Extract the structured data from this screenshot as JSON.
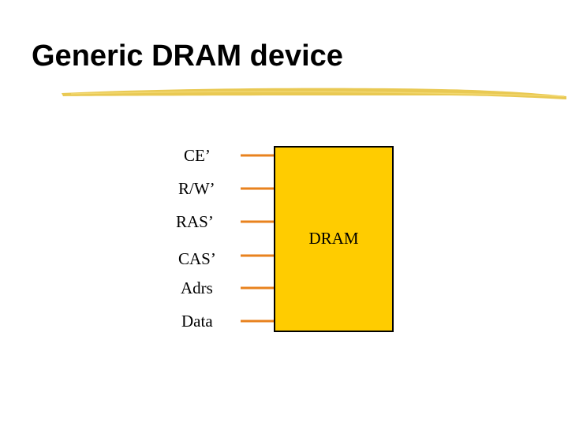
{
  "title": "Generic DRAM device",
  "chip": {
    "label": "DRAM",
    "fill_color": "#FFCC00",
    "border_color": "#000000"
  },
  "pins": [
    {
      "label": "CE’"
    },
    {
      "label": "R/W’"
    },
    {
      "label": "RAS’"
    },
    {
      "label": "CAS’"
    },
    {
      "label": "Adrs"
    },
    {
      "label": "Data"
    }
  ],
  "colors": {
    "pin_line": "#E8821E",
    "title_underline": "#E8C64A"
  }
}
